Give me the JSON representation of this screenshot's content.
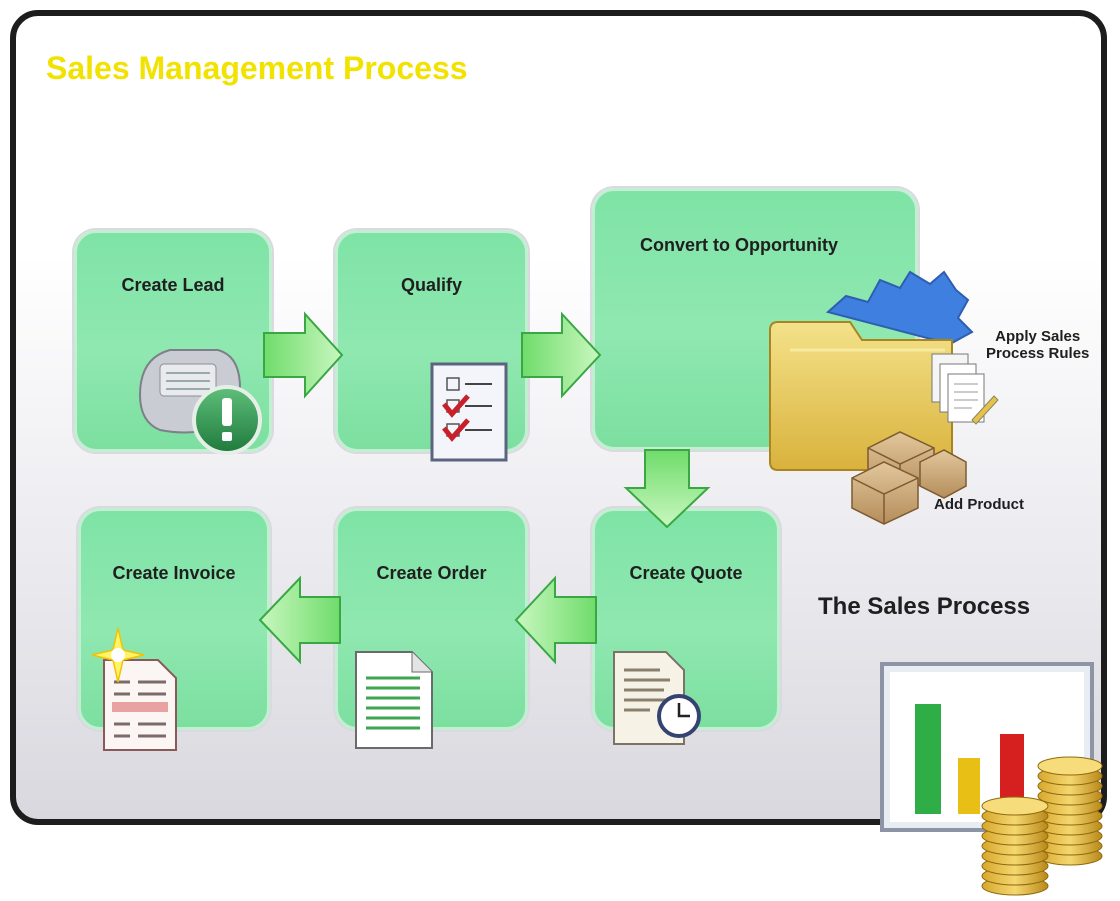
{
  "title": "Sales Management Process",
  "subtitle": "The Sales Process",
  "steps": {
    "create_lead": "Create Lead",
    "qualify": "Qualify",
    "convert": "Convert to Opportunity",
    "create_quote": "Create Quote",
    "create_order": "Create Order",
    "create_invoice": "Create Invoice"
  },
  "side_labels": {
    "rules_line1": "Apply Sales",
    "rules_line2": "Process Rules",
    "add_product": "Add Product"
  },
  "colors": {
    "title": "#f2e200",
    "step_box": "#8fe8b0",
    "arrow": "#8fe88a",
    "folder": "#e8cf62",
    "gear": "#3f7fe0"
  },
  "icons": {
    "create_lead": "phone-alert-icon",
    "qualify": "checklist-icon",
    "opportunity": "folder-gear-icon",
    "create_quote": "document-clock-icon",
    "create_order": "document-icon",
    "create_invoice": "invoice-star-icon",
    "report": "bar-chart-coins-icon"
  }
}
